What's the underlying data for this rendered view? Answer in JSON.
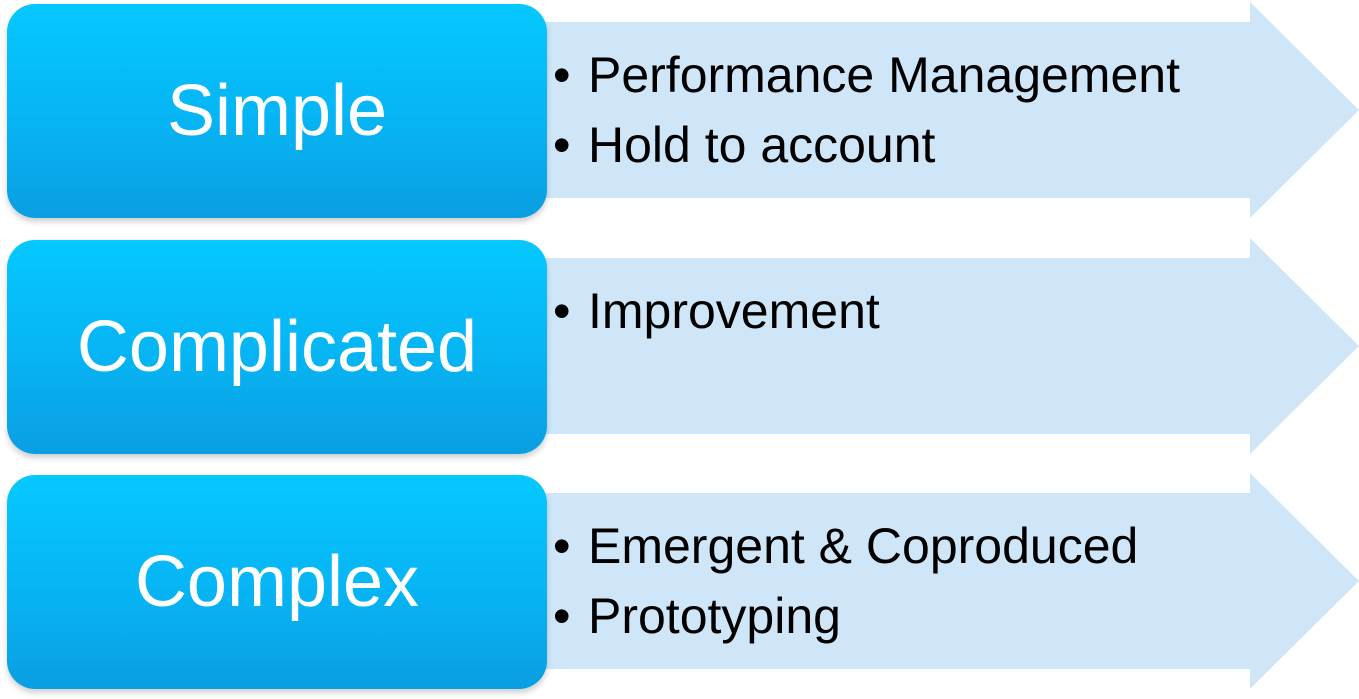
{
  "rows": [
    {
      "label": "Simple",
      "bullets": [
        "Performance Management",
        "Hold to account"
      ]
    },
    {
      "label": "Complicated",
      "bullets": [
        "Improvement"
      ]
    },
    {
      "label": "Complex",
      "bullets": [
        "Emergent & Coproduced",
        "Prototyping"
      ]
    }
  ],
  "bullet_symbol": "•",
  "colors": {
    "box_top": "#05c8ff",
    "box_bottom": "#0a9ee2",
    "arrow_fill": "#cfe6f9",
    "label_text": "#ffffff",
    "bullet_text": "#000000"
  }
}
